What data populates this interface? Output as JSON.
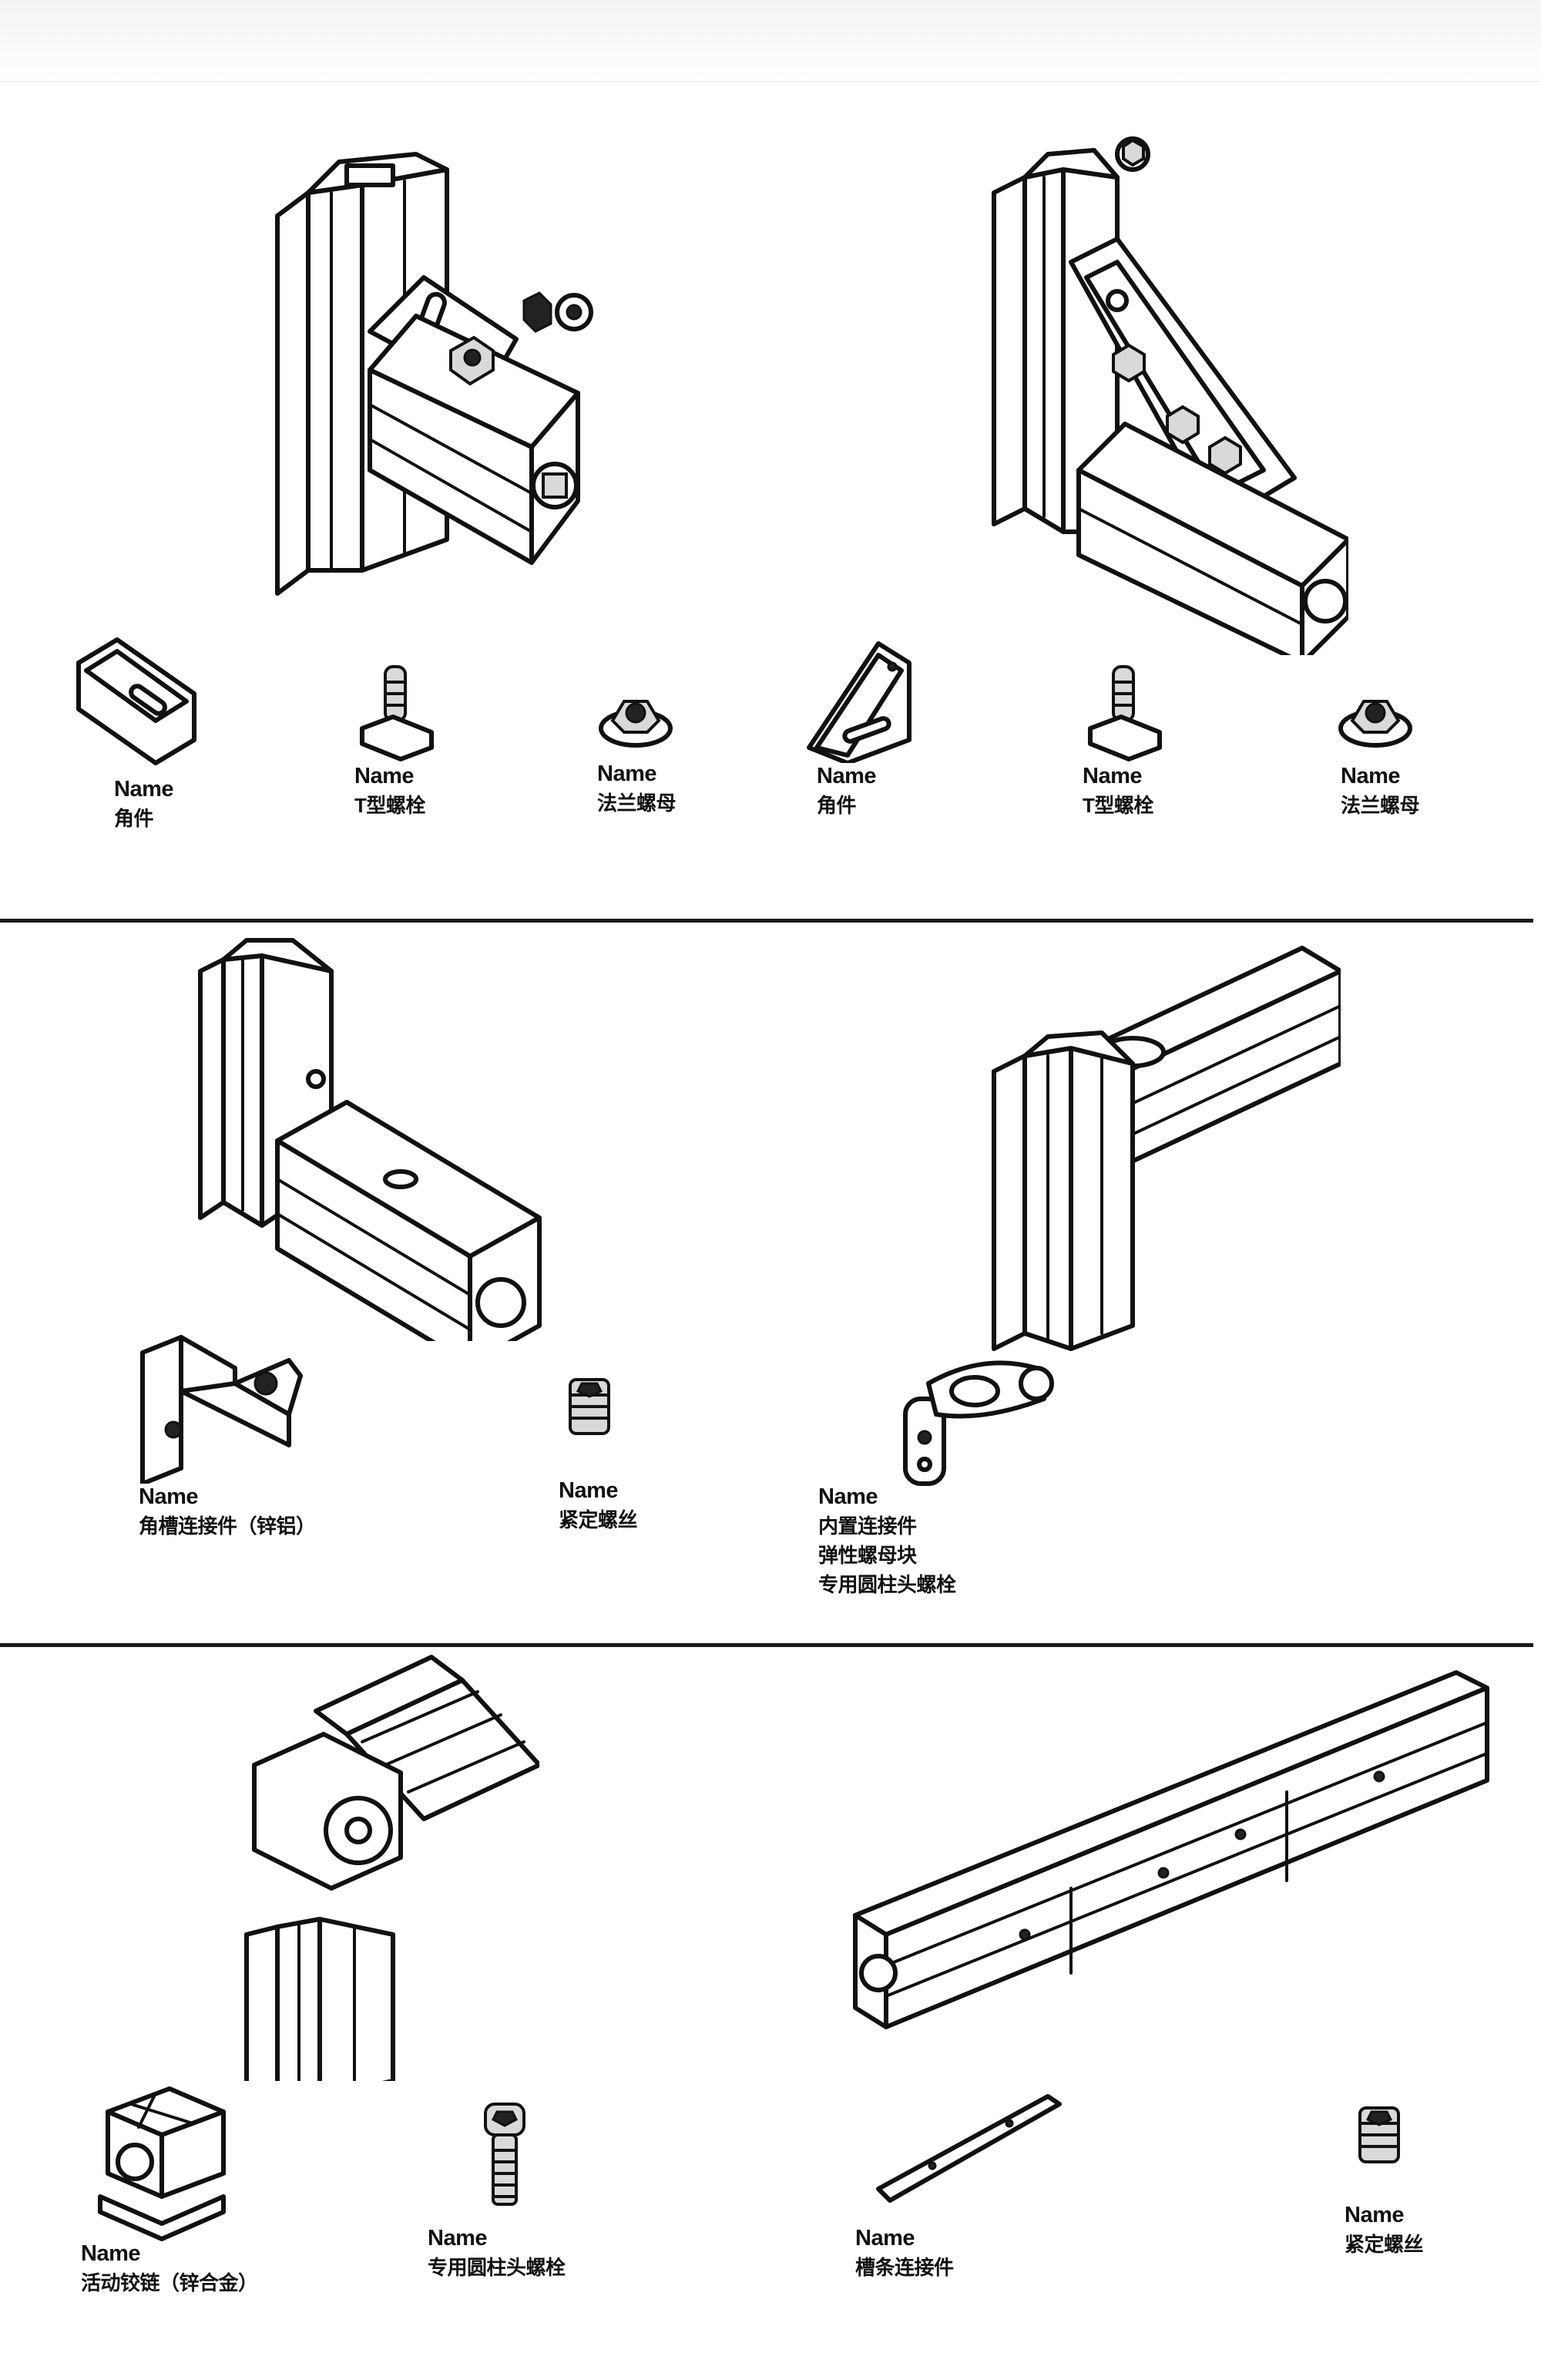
{
  "parts": [
    {
      "name": "Name",
      "cn": "角件"
    },
    {
      "name": "Name",
      "cn": "T型螺栓"
    },
    {
      "name": "Name",
      "cn": "法兰螺母"
    },
    {
      "name": "Name",
      "cn": "角件"
    },
    {
      "name": "Name",
      "cn": "T型螺栓"
    },
    {
      "name": "Name",
      "cn": "法兰螺母"
    },
    {
      "name": "Name",
      "cn": "角槽连接件（锌铝）"
    },
    {
      "name": "Name",
      "cn": "紧定螺丝"
    },
    {
      "name": "Name",
      "cn": "内置连接件",
      "cn2": "弹性螺母块",
      "cn3": "专用圆柱头螺栓"
    },
    {
      "name": "Name",
      "cn": "活动铰链（锌合金）"
    },
    {
      "name": "Name",
      "cn": "专用圆柱头螺栓"
    },
    {
      "name": "Name",
      "cn": "槽条连接件"
    },
    {
      "name": "Name",
      "cn": "紧定螺丝"
    }
  ]
}
